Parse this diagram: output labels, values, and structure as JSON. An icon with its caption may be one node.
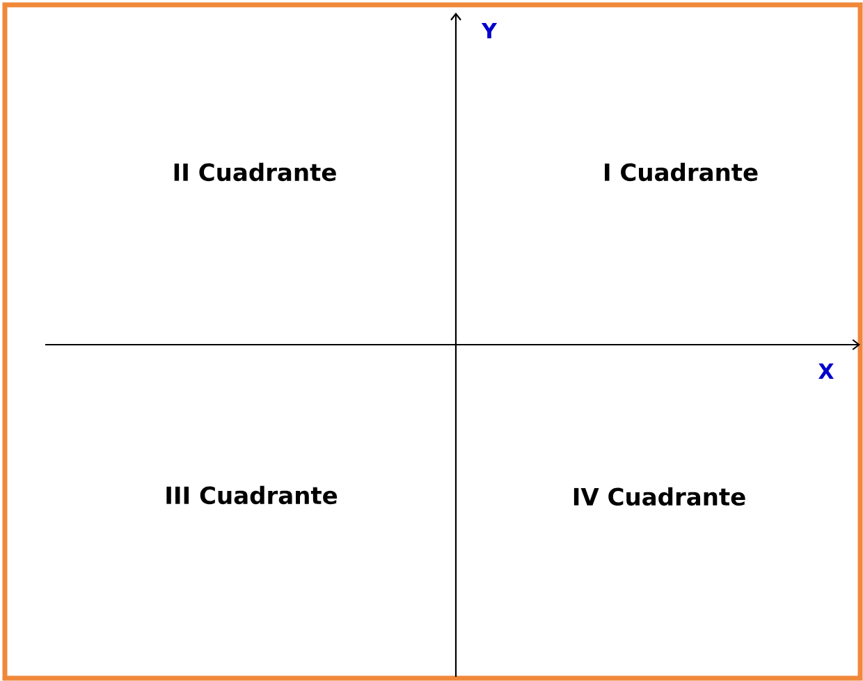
{
  "diagram": {
    "labels": [
      "Y",
      "II Cuadrante",
      "I Cuadrante",
      "X",
      "III Cuadrante",
      "IV Cuadrante"
    ]
  }
}
